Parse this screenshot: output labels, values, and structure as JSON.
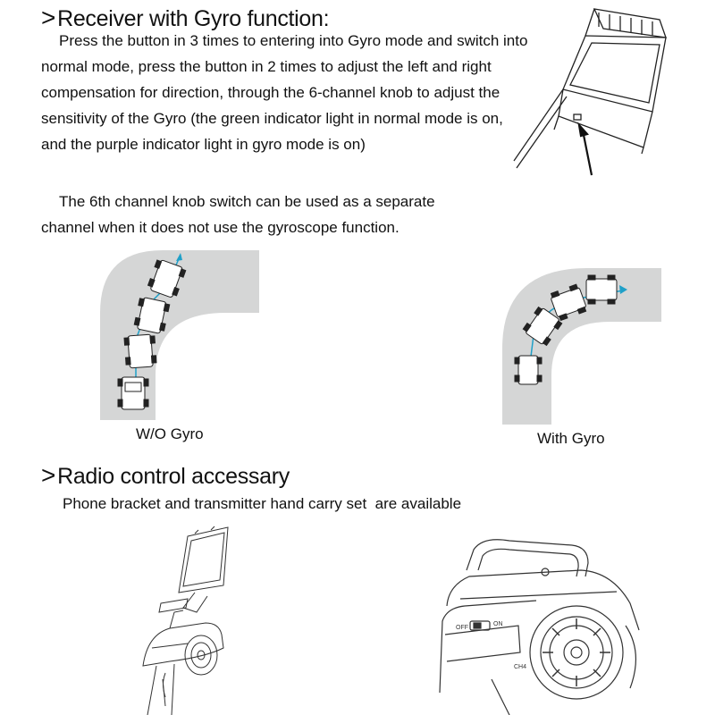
{
  "section1": {
    "marker": ">",
    "title": "Receiver with Gyro function:",
    "paragraph1": "Press the button in 3 times to entering into Gyro mode and switch into normal mode, press the button in 2 times to adjust the left and right compensation for direction, through the 6-channel knob to adjust the sensitivity of the Gyro (the green indicator light in normal mode is on, and the purple indicator light in gyro mode is on)",
    "paragraph2": "The 6th channel knob switch can be used as a separate channel when it does not use the gyroscope function."
  },
  "diagrams": {
    "without_gyro_caption": "W/O Gyro",
    "with_gyro_caption": "With Gyro"
  },
  "section2": {
    "marker": ">",
    "title": "Radio control accessary",
    "description": "Phone bracket and transmitter hand carry set  are available"
  },
  "transmitter_labels": {
    "off": "OFF",
    "on": "ON",
    "ch4": "CH4"
  },
  "colors": {
    "track_gray": "#d5d6d6",
    "arrow_cyan": "#1fa0c8",
    "line": "#222222"
  }
}
